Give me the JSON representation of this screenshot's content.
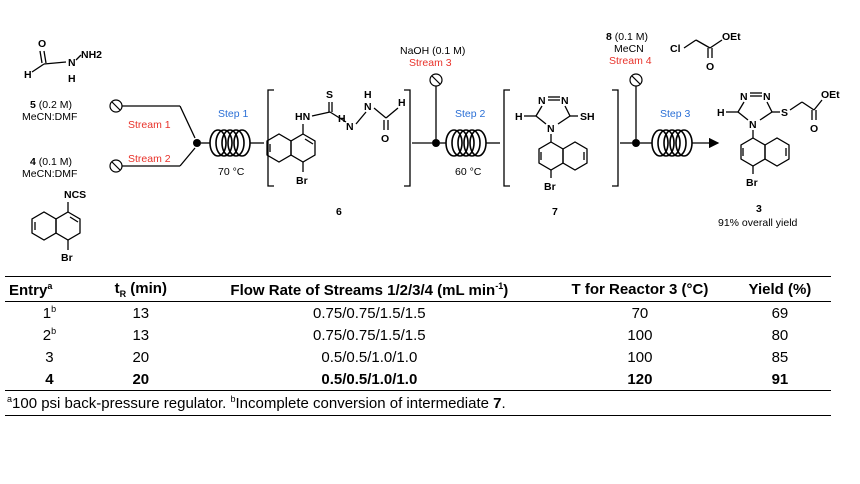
{
  "scheme": {
    "formhydrazide": {
      "H1": "H",
      "O": "O",
      "N": "N",
      "H2": "H",
      "NH2": "NH2"
    },
    "reagent5": {
      "num": "5",
      "conc": "(0.2 M)",
      "solvent": "MeCN:DMF"
    },
    "reagent4": {
      "num": "4",
      "conc": "(0.1 M)",
      "solvent": "MeCN:DMF"
    },
    "ncs_compound": {
      "NCS": "NCS",
      "Br": "Br"
    },
    "stream1": "Stream 1",
    "stream2": "Stream 2",
    "step1": {
      "label": "Step 1",
      "temp": "70 °C"
    },
    "intermediate6": {
      "num": "6",
      "S": "S",
      "HN": "HN",
      "N": "N",
      "H1": "H",
      "H2": "H",
      "O": "O",
      "NH": "N",
      "Hb": "H",
      "Br": "Br"
    },
    "naoh": {
      "reagent": "NaOH (0.1 M)",
      "stream": "Stream 3"
    },
    "step2": {
      "label": "Step 2",
      "temp": "60 °C"
    },
    "intermediate7": {
      "num": "7",
      "H": "H",
      "N1": "N",
      "N2": "N",
      "N3": "N",
      "SH": "SH",
      "Br": "Br"
    },
    "reagent8": {
      "num": "8",
      "conc": "(0.1 M)",
      "solvent": "MeCN",
      "stream": "Stream 4",
      "Cl": "Cl",
      "O": "O",
      "OEt": "OEt"
    },
    "step3": {
      "label": "Step 3"
    },
    "product3": {
      "num": "3",
      "yield": "91% overall yield",
      "H": "H",
      "N1": "N",
      "N2": "N",
      "N3": "N",
      "S": "S",
      "O": "O",
      "OEt": "OEt",
      "Br": "Br"
    }
  },
  "table": {
    "headers": {
      "entry": "Entry",
      "entry_sup": "a",
      "tr_t": "t",
      "tr_sub": "R",
      "tr_unit": " (min)",
      "flow": "Flow Rate of Streams  1/2/3/4 (mL min",
      "flow_sup": "-1",
      "flow_end": ")",
      "temp": "T for Reactor 3 (°C)",
      "yield": "Yield (%)"
    },
    "rows": [
      {
        "entry": "1",
        "sup": "b",
        "tr": "13",
        "flow": "0.75/0.75/1.5/1.5",
        "temp": "70",
        "yield": "69"
      },
      {
        "entry": "2",
        "sup": "b",
        "tr": "13",
        "flow": "0.75/0.75/1.5/1.5",
        "temp": "100",
        "yield": "80"
      },
      {
        "entry": "3",
        "sup": "",
        "tr": "20",
        "flow": "0.5/0.5/1.0/1.0",
        "temp": "100",
        "yield": "85"
      },
      {
        "entry": "4",
        "sup": "",
        "tr": "20",
        "flow": "0.5/0.5/1.0/1.0",
        "temp": "120",
        "yield": "91"
      }
    ],
    "footnote": {
      "a_sup": "a",
      "a_text": "100 psi back-pressure regulator. ",
      "b_sup": "b",
      "b_text": "Incomplete conversion of intermediate ",
      "b_ref": "7",
      "b_end": "."
    }
  }
}
